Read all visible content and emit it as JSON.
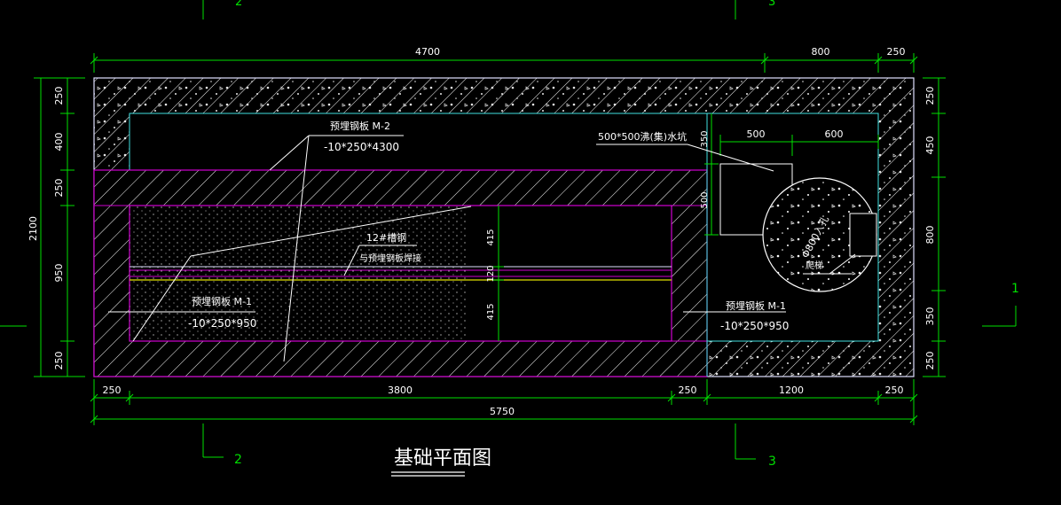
{
  "title": "基础平面图",
  "axes": {
    "top_left": "2",
    "top_right": "3",
    "bottom_left": "2",
    "bottom_right": "3",
    "right": "1"
  },
  "dims_top": [
    "4700",
    "800",
    "250"
  ],
  "dims_bottom_row1": [
    "250",
    "3800",
    "250",
    "1200",
    "250"
  ],
  "dims_bottom_total": "5750",
  "dims_left_total": "2100",
  "dims_left": [
    "250",
    "400",
    "250",
    "950",
    "250"
  ],
  "dims_right": [
    "250",
    "450",
    "800",
    "350",
    "250"
  ],
  "dims_inner": {
    "pit_top": "350",
    "pit_height": "500",
    "pit_width": "500",
    "hole_offset": "600",
    "slab_upper": "415",
    "slab_mid": "120",
    "slab_lower": "415"
  },
  "labels": {
    "plate_m2_name": "预埋钢板 M-2",
    "plate_m2_spec": "-10*250*4300",
    "channel_name": "12#槽钢",
    "channel_note": "与预埋钢板焊接",
    "plate_m1_left_name": "预埋钢板 M-1",
    "plate_m1_left_spec": "-10*250*950",
    "plate_m1_right_name": "预埋钢板 M-1",
    "plate_m1_right_spec": "-10*250*950",
    "pit": "500*500沸(集)水坑",
    "hole": "Φ800入孔",
    "ladder": "爬梯"
  },
  "colors": {
    "dim_line": "#00e000",
    "outline": "#e0e0ff",
    "magenta": "#d000d0",
    "cyan": "#40e0e0",
    "yellow": "#e0e000",
    "text": "#ffffff"
  }
}
